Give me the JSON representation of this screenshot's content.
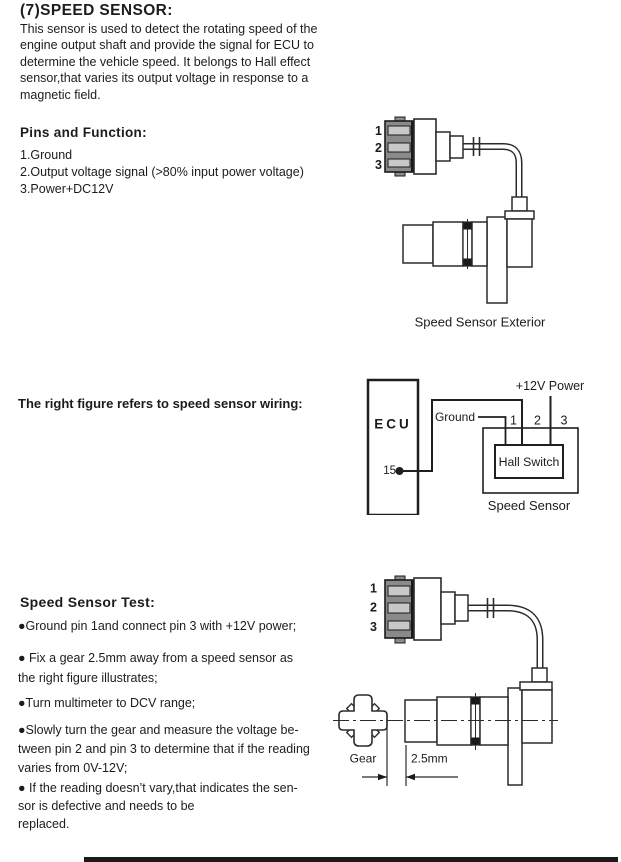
{
  "page": {
    "colors": {
      "text": "#1c1c1c",
      "diagram_line": "#2b2b2b",
      "caption_gray": "#b0b0b0",
      "connector_fill": "#8a8a8a",
      "slot_fill": "#c8c8c8"
    }
  },
  "section": {
    "title": "(7)SPEED SENSOR:",
    "intro_lines": [
      "This sensor is used to detect the rotating speed of the",
      "engine output shaft and provide the signal for ECU to",
      "determine the vehicle speed. It belongs to Hall effect",
      "sensor,that varies its output voltage in response to a",
      "magnetic field."
    ]
  },
  "pins": {
    "heading": "Pins and Function:",
    "items": [
      "1.Ground",
      "2.Output voltage signal (>80% input power voltage)",
      "3.Power+DC12V"
    ]
  },
  "exterior": {
    "caption": "Speed Sensor Exterior",
    "pin_labels": [
      "1",
      "2",
      "3"
    ]
  },
  "wiring": {
    "note": "The right figure refers to speed sensor wiring:",
    "ecu_label": "ECU",
    "ecu_pin": "15",
    "ground_label": "Ground",
    "power_label": "+12V Power",
    "hall_label": "Hall Switch",
    "caption": "Speed Sensor",
    "pin_labels": [
      "1",
      "2",
      "3"
    ]
  },
  "test": {
    "heading": "Speed Sensor Test:",
    "bullets": [
      {
        "lines": [
          "●Ground pin 1and connect pin 3 with +12V power;"
        ]
      },
      {
        "lines": [
          "● Fix a gear 2.5mm away from a speed sensor as",
          "the right figure illustrates;"
        ]
      },
      {
        "lines": [
          "●Turn multimeter to DCV range;"
        ]
      },
      {
        "lines": [
          "●Slowly turn the gear and measure the voltage be-",
          "tween pin 2 and pin 3 to determine that if the reading",
          "varies from 0V-12V;"
        ]
      },
      {
        "lines": [
          "● If the reading doesn’t vary,that indicates the sen-",
          "sor is defective and needs to be",
          "replaced."
        ]
      }
    ],
    "gear_label": "Gear",
    "gap_label": "2.5mm",
    "pin_labels": [
      "1",
      "2",
      "3"
    ]
  }
}
